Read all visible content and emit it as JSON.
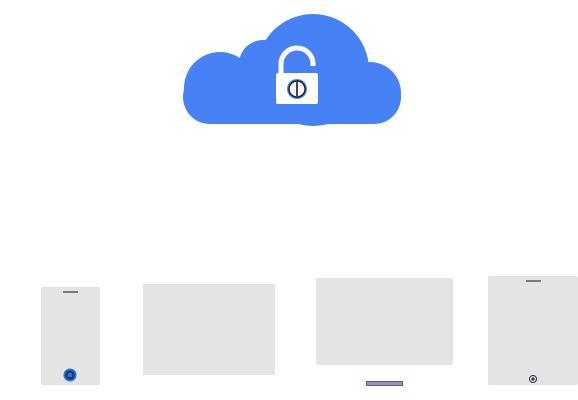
{
  "illustration": {
    "cloud": {
      "icon": "cloud-icon",
      "color": "#4682f6"
    },
    "lock": {
      "icon": "unlocked-padlock-icon",
      "state": "unlocked",
      "body_color": "#ffffff",
      "keyhole_color": "#4682f6"
    },
    "devices": [
      {
        "icon": "smartphone-icon",
        "kind": "phone"
      },
      {
        "icon": "laptop-screen-icon",
        "kind": "screen"
      },
      {
        "icon": "monitor-icon",
        "kind": "monitor"
      },
      {
        "icon": "tablet-icon",
        "kind": "tablet"
      }
    ],
    "colors": {
      "device_screen": "#e4e4e4",
      "phone_button": "#1f3b73",
      "phone_button_ring": "#2e6fe0",
      "monitor_stand": "#5b5b9a",
      "detail_lines": "#333344"
    }
  }
}
